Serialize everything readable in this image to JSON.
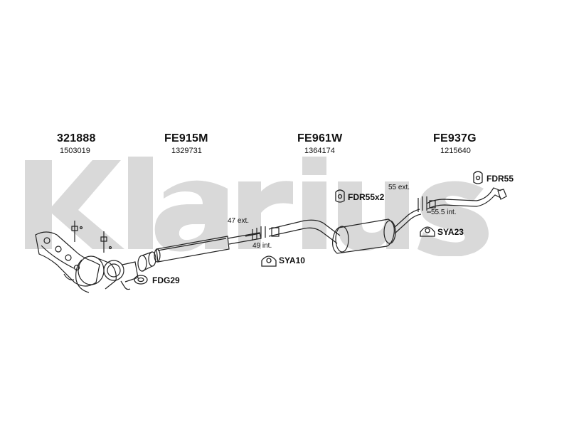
{
  "brand": {
    "wordmark": "Klarius",
    "watermark_color": "#d9d9d9"
  },
  "parts": [
    {
      "code": "321888",
      "ref": "1503019"
    },
    {
      "code": "FE915M",
      "ref": "1329731"
    },
    {
      "code": "FE961W",
      "ref": "1364174"
    },
    {
      "code": "FE937G",
      "ref": "1215640"
    }
  ],
  "dimensions": {
    "front_ext": "47 ext.",
    "front_int": "49 int.",
    "rear_ext": "55 ext.",
    "rear_int": "55.5 int."
  },
  "accessories": {
    "fdg29": "FDG29",
    "sya10": "SYA10",
    "fdr55x2": "FDR55x2",
    "sya23": "SYA23",
    "fdr55": "FDR55"
  }
}
